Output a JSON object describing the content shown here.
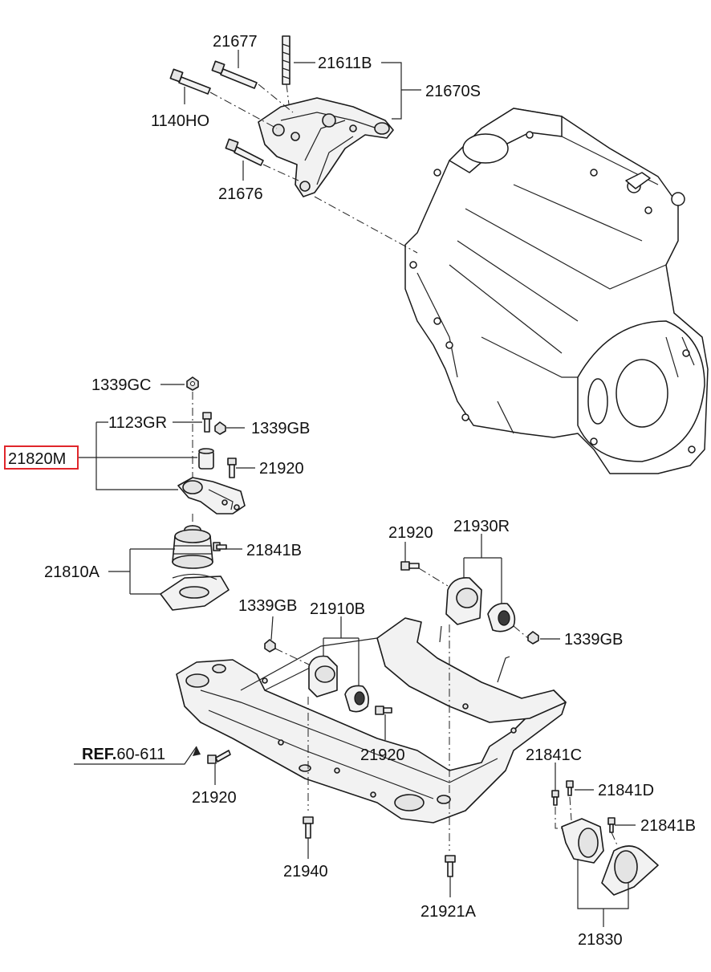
{
  "highlight_color": "#e0262b",
  "labels": {
    "p21677": "21677",
    "p21611B": "21611B",
    "p21670S": "21670S",
    "p1140HO": "1140HO",
    "p21676": "21676",
    "p1339GC": "1339GC",
    "p1123GR": "1123GR",
    "p1339GB_a": "1339GB",
    "p21820M": "21820M",
    "p21920_a": "21920",
    "p21841B_a": "21841B",
    "p21810A": "21810A",
    "p21920_b": "21920",
    "p21930R": "21930R",
    "p1339GB_b": "1339GB",
    "p1339GB_c": "1339GB",
    "p21910B": "21910B",
    "ref_bold": "REF.",
    "ref_num": "60-611",
    "p21920_c": "21920",
    "p21920_d": "21920",
    "p21940": "21940",
    "p21921A": "21921A",
    "p21841C": "21841C",
    "p21841D": "21841D",
    "p21841B_b": "21841B",
    "p21830": "21830"
  }
}
